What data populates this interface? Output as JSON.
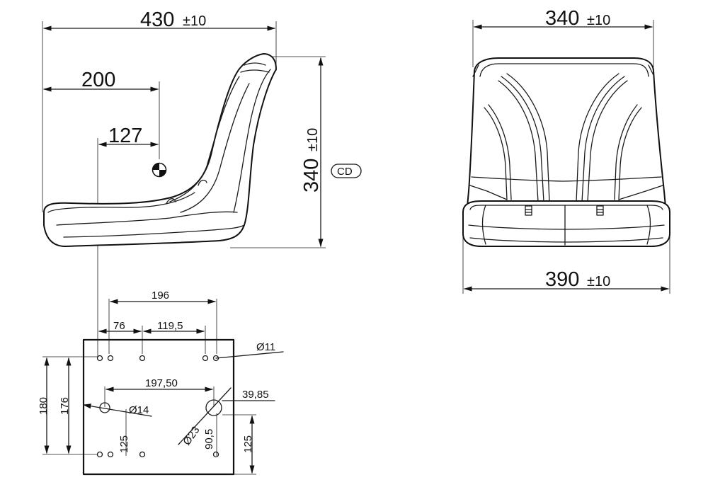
{
  "side_view": {
    "width_value": "430",
    "width_tol": "±10",
    "pivot_offset": "200",
    "post_offset": "127",
    "height_value": "340",
    "height_tol": "±10",
    "badge": "CD"
  },
  "front_view": {
    "top_width_value": "340",
    "top_width_tol": "±10",
    "bottom_width_value": "390",
    "bottom_width_tol": "±10"
  },
  "base_plate": {
    "top_span": "196",
    "left_offset": "76",
    "mid_span": "119,5",
    "small_hole_dia": "Ø11",
    "large_span": "197,50",
    "right_offset": "39,85",
    "large_hole_dia": "Ø14",
    "slot_dia": "Ø23",
    "height_outer": "180",
    "height_inner": "176",
    "left_vertical": "125",
    "right_vertical": "90,5",
    "right_height": "125"
  }
}
